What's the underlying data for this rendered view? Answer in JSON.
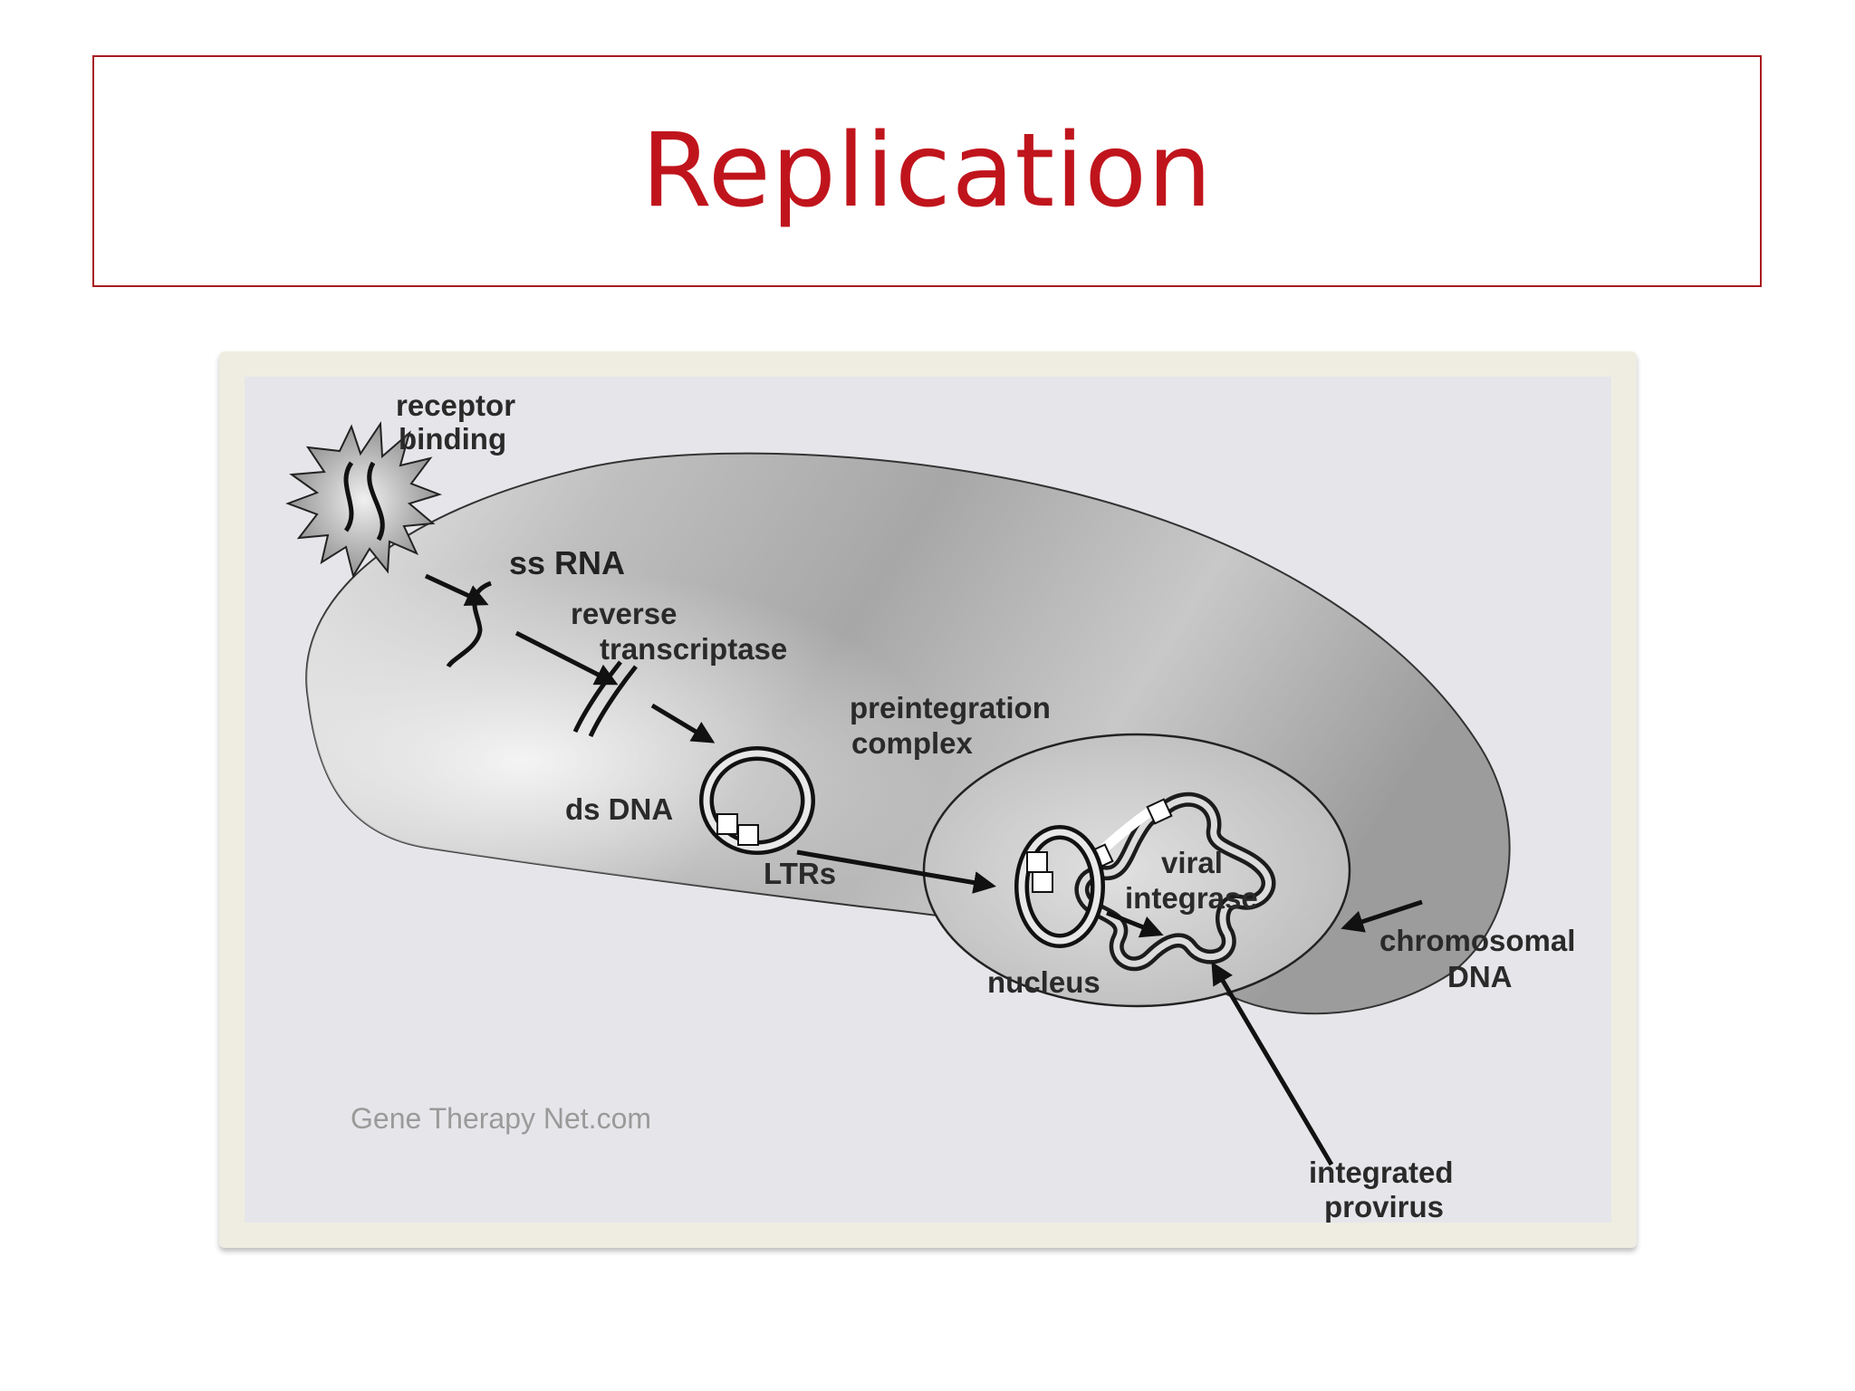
{
  "slide": {
    "title": "Replication"
  },
  "diagram": {
    "labels": {
      "receptor_binding_1": "receptor",
      "receptor_binding_2": "binding",
      "ss_rna": "ss RNA",
      "reverse_transcriptase_1": "reverse",
      "reverse_transcriptase_2": "transcriptase",
      "ds_dna": "ds DNA",
      "preintegration_complex_1": "preintegration",
      "preintegration_complex_2": "complex",
      "ltrs": "LTRs",
      "viral_integrase_1": "viral",
      "viral_integrase_2": "integrase",
      "nucleus": "nucleus",
      "chromosomal_dna_1": "chromosomal",
      "chromosomal_dna_2": "DNA",
      "integrated_provirus_1": "integrated",
      "integrated_provirus_2": "provirus"
    },
    "watermark": "Gene Therapy Net.com",
    "colors": {
      "title": "#c0141c",
      "title_border": "#a81b1f",
      "cell_dark": "#8c8c8c",
      "cell_light": "#f2f2f2"
    }
  }
}
